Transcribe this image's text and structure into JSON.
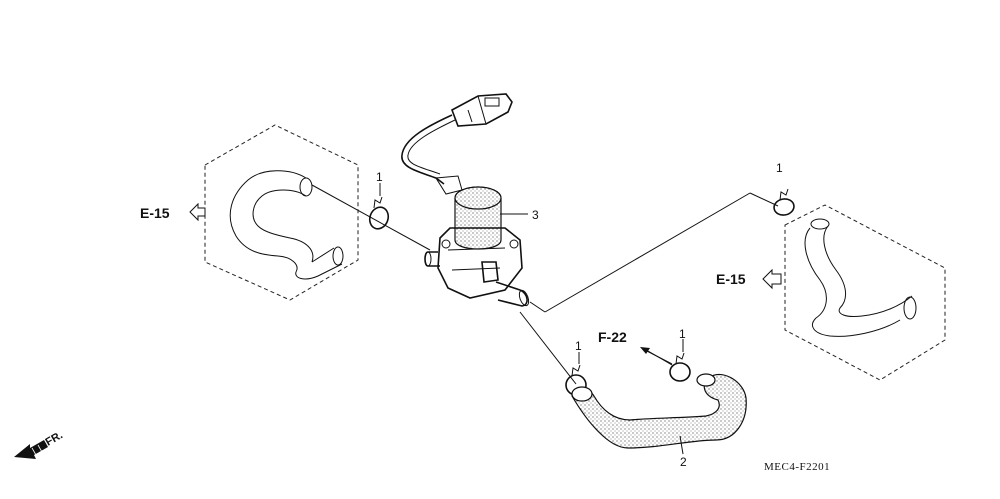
{
  "diagram": {
    "callouts": {
      "clamp_left": "1",
      "clamp_right_top": "1",
      "clamp_bottom_left": "1",
      "clamp_bottom_right": "1",
      "hose": "2",
      "valve": "3"
    },
    "references": {
      "left": "E-15",
      "right": "E-15",
      "bottom": "F-22"
    },
    "direction_label": "FR.",
    "drawing_code": "MEC4-F2201"
  }
}
